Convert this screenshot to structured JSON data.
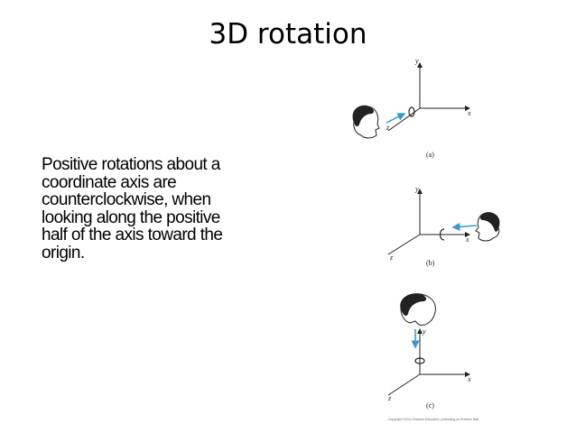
{
  "slide": {
    "title": "3D rotation",
    "body": " Positive rotations about a\ncoordinate axis are\ncounterclockwise, when\nlooking along the positive\nhalf of the axis toward the\norigin."
  },
  "figure": {
    "panels": [
      {
        "caption": "(a)",
        "axis_labels": {
          "y": "y",
          "x": "x",
          "z": "z"
        }
      },
      {
        "caption": "(b)",
        "axis_labels": {
          "y": "y",
          "x": "x",
          "z": "z"
        }
      },
      {
        "caption": "(c)",
        "axis_labels": {
          "y": "y",
          "x": "x",
          "z": "z"
        }
      }
    ],
    "copyright": "Copyright ©2011 Pearson Education, publishing as Prentice Hall"
  },
  "colors": {
    "arrow": "#3399cc",
    "ink": "#222222"
  }
}
